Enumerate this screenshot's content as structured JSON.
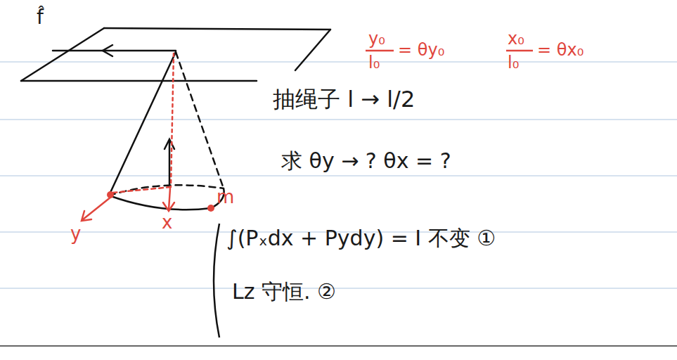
{
  "diagram": {
    "labels": [
      "f̂",
      "y₀",
      "l₀",
      "= θy₀",
      "x₀",
      "l₀",
      "= θx₀",
      "抽绳子 l → l/2",
      "求 θy → ?  θx = ?",
      "∫(Pₓdx + Pydy) = I 不变 ①",
      "Lz 守恒. ②",
      "y",
      "x",
      "m"
    ]
  }
}
